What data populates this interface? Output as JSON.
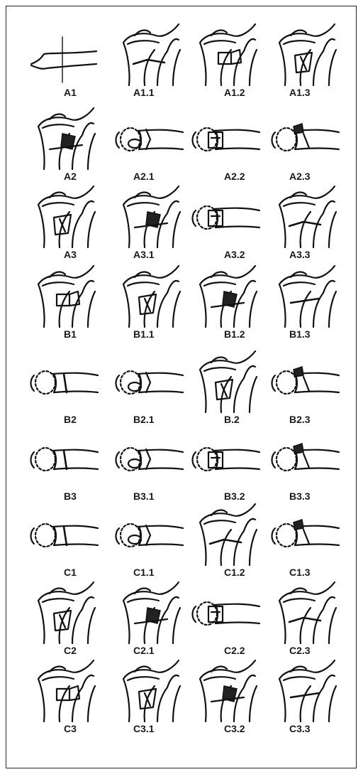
{
  "figure": {
    "rows": [
      [
        {
          "label": "A1",
          "type": "bone-side"
        },
        {
          "label": "A1.1",
          "type": "wrist-front"
        },
        {
          "label": "A1.2",
          "type": "wrist-front"
        },
        {
          "label": "A1.3",
          "type": "wrist-front"
        }
      ],
      [
        {
          "label": "A2",
          "type": "wrist-front"
        },
        {
          "label": "A2.1",
          "type": "wrist-side"
        },
        {
          "label": "A2.2",
          "type": "wrist-side"
        },
        {
          "label": "A2.3",
          "type": "wrist-side"
        }
      ],
      [
        {
          "label": "A3",
          "type": "wrist-front"
        },
        {
          "label": "A3.1",
          "type": "wrist-front"
        },
        {
          "label": "A3.2",
          "type": "wrist-side"
        },
        {
          "label": "A3.3",
          "type": "wrist-front"
        }
      ],
      [
        {
          "label": "B1",
          "type": "wrist-front"
        },
        {
          "label": "B1.1",
          "type": "wrist-front"
        },
        {
          "label": "B1.2",
          "type": "wrist-front"
        },
        {
          "label": "B1.3",
          "type": "wrist-front"
        }
      ],
      [
        {
          "label": "B2",
          "type": "wrist-side"
        },
        {
          "label": "B2.1",
          "type": "wrist-side"
        },
        {
          "label": "B.2",
          "type": "wrist-front"
        },
        {
          "label": "B2.3",
          "type": "wrist-side"
        }
      ],
      [
        {
          "label": "B3",
          "type": "wrist-side"
        },
        {
          "label": "B3.1",
          "type": "wrist-side"
        },
        {
          "label": "B3.2",
          "type": "wrist-side"
        },
        {
          "label": "B3.3",
          "type": "wrist-side"
        }
      ],
      [
        {
          "label": "C1",
          "type": "wrist-side"
        },
        {
          "label": "C1.1",
          "type": "wrist-side"
        },
        {
          "label": "C1.2",
          "type": "wrist-front"
        },
        {
          "label": "C1.3",
          "type": "wrist-side"
        }
      ],
      [
        {
          "label": "C2",
          "type": "wrist-front"
        },
        {
          "label": "C2.1",
          "type": "wrist-front"
        },
        {
          "label": "C2.2",
          "type": "wrist-side"
        },
        {
          "label": "C2.3",
          "type": "wrist-front"
        }
      ],
      [
        {
          "label": "C3",
          "type": "wrist-front"
        },
        {
          "label": "C3.1",
          "type": "wrist-front"
        },
        {
          "label": "C3.2",
          "type": "wrist-front"
        },
        {
          "label": "C3.3",
          "type": "wrist-front"
        }
      ]
    ]
  }
}
